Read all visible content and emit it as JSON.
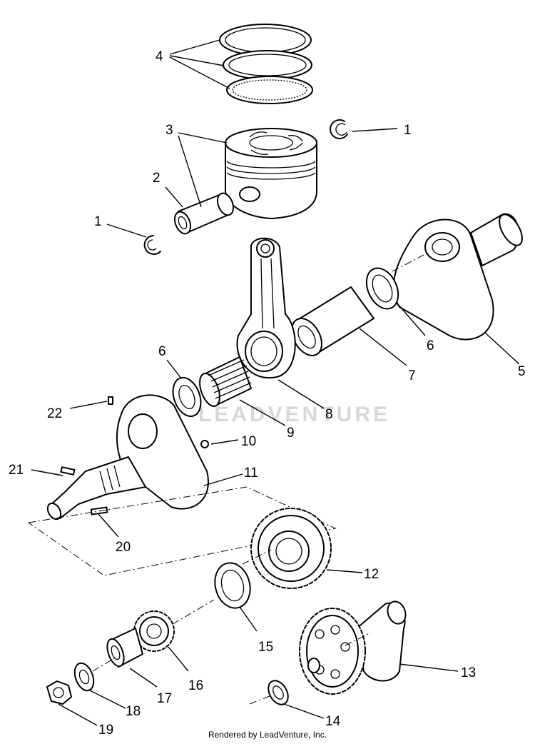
{
  "watermark": "LEADVENTURE",
  "footer": "Rendered by LeadVenture, Inc.",
  "callouts": {
    "c4": "4",
    "c1_top": "1",
    "c3": "3",
    "c2": "2",
    "c1_left": "1",
    "c6_right": "6",
    "c5": "5",
    "c7": "7",
    "c6_left": "6",
    "c8": "8",
    "c9": "9",
    "c22": "22",
    "c10": "10",
    "c21": "21",
    "c11": "11",
    "c20": "20",
    "c12": "12",
    "c15": "15",
    "c16": "16",
    "c17": "17",
    "c13": "13",
    "c18": "18",
    "c14": "14",
    "c19": "19"
  }
}
